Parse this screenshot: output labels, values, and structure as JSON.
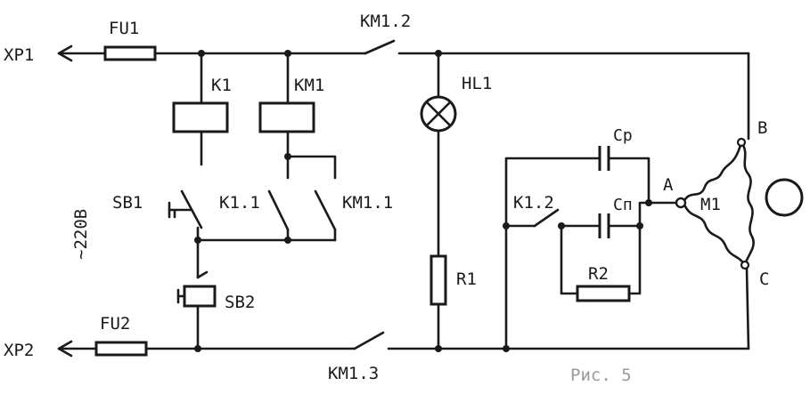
{
  "labels": {
    "xp1": "XP1",
    "xp2": "XP2",
    "fu1": "FU1",
    "fu2": "FU2",
    "km1_2": "KM1.2",
    "km1_3": "KM1.3",
    "k1": "K1",
    "km1": "KM1",
    "hl1": "HL1",
    "sb1": "SB1",
    "sb2": "SB2",
    "k1_1": "K1.1",
    "km1_1": "KM1.1",
    "k1_2": "K1.2",
    "r1": "R1",
    "r2": "R2",
    "cp": "Cp",
    "cn": "Cп",
    "m1": "M1",
    "a": "A",
    "b": "B",
    "c": "C",
    "voltage": "~220B",
    "caption": "Рис. 5"
  }
}
